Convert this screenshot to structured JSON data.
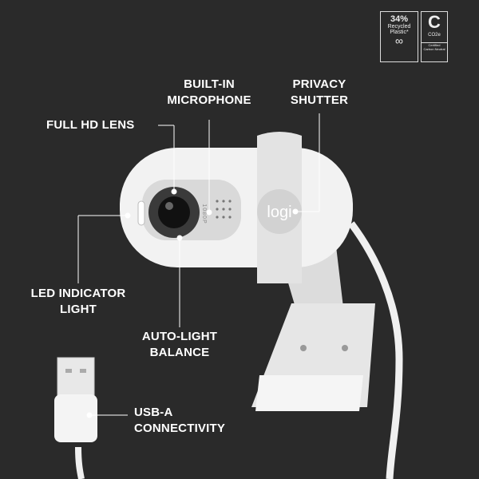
{
  "badges": {
    "recycled": {
      "percent": "34%",
      "line1": "Recycled",
      "line2": "Plastic*",
      "icon": "recycle-loop-icon"
    },
    "carbon": {
      "symbol": "C",
      "sub": "CO2e",
      "line1": "Certified",
      "line2": "Carbon Neutral"
    }
  },
  "product": {
    "logo": "logi",
    "mic_label_text": "1080P"
  },
  "callouts": {
    "microphone": [
      "BUILT-IN",
      "MICROPHONE"
    ],
    "privacy": [
      "PRIVACY",
      "SHUTTER"
    ],
    "lens": [
      "FULL HD LENS"
    ],
    "led": [
      "LED INDICATOR",
      "LIGHT"
    ],
    "autolight": [
      "AUTO-LIGHT",
      "BALANCE"
    ],
    "usb": [
      "USB-A",
      "CONNECTIVITY"
    ]
  },
  "colors": {
    "background": "#2a2a2a",
    "product": "#f2f2f2",
    "accent_grey": "#d6d6d6"
  }
}
